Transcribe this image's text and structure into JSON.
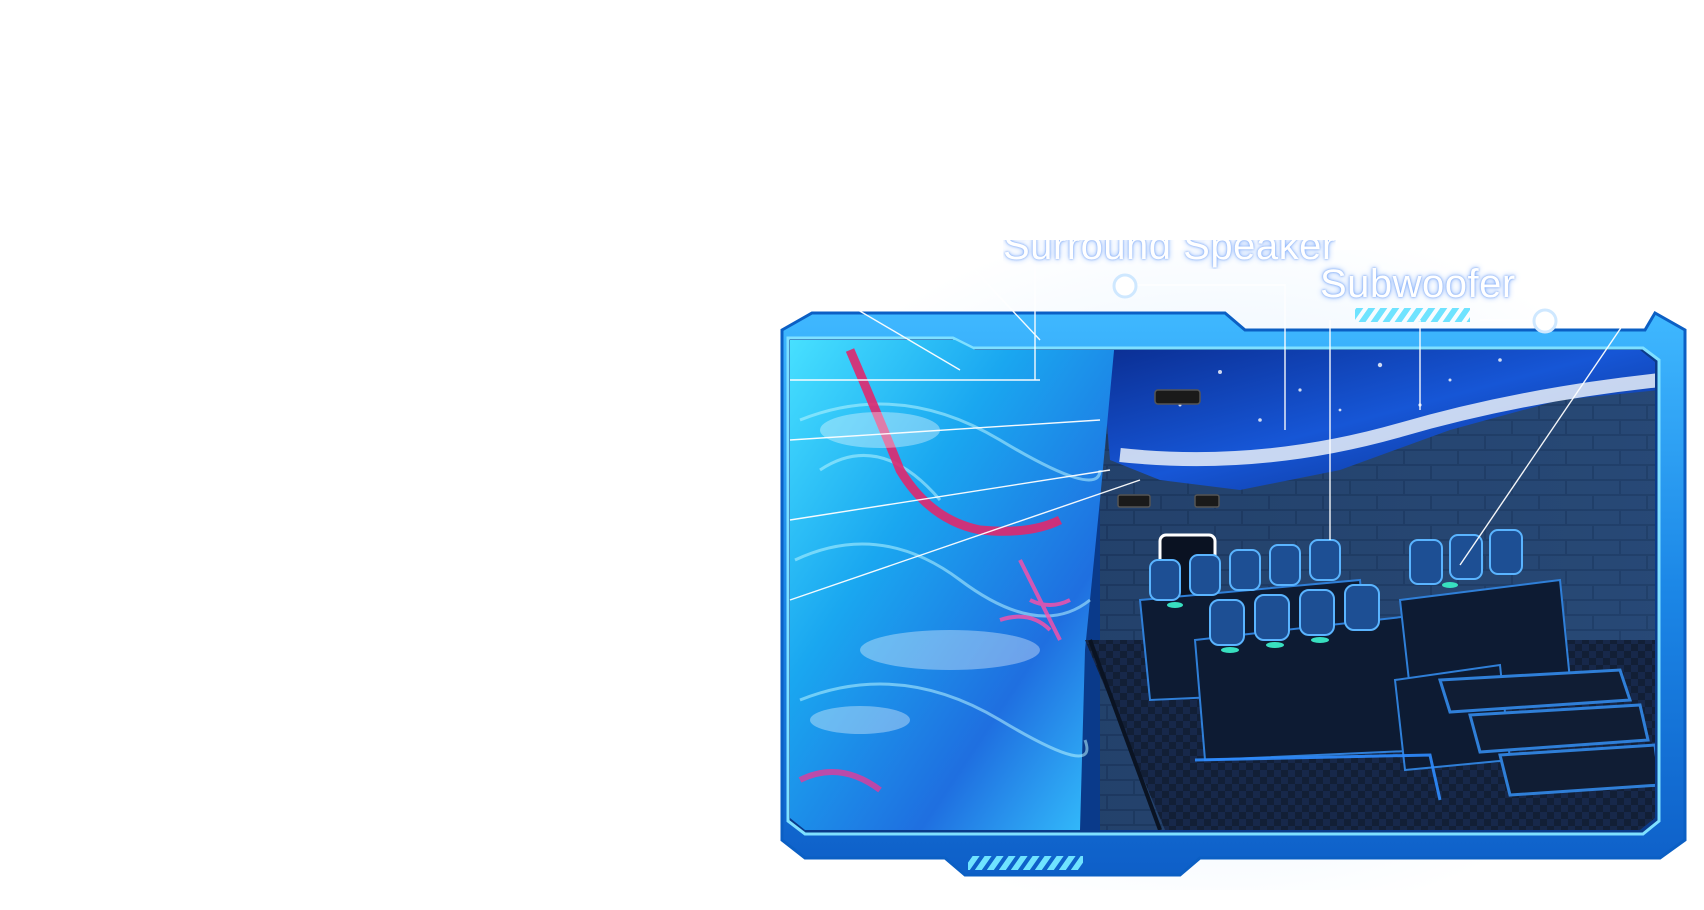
{
  "labels": {
    "top_cropped_label": "Surround Speaker",
    "subwoofer_label": "Subwoofer"
  },
  "colors": {
    "frame_blue": "#1e8ee8",
    "frame_dark": "#0b5fc4",
    "frame_light": "#5fd4ff",
    "stripe_cyan": "#6fe3ff",
    "room_dark": "#0b1a33",
    "screen_cyan": "#23c6ff",
    "screen_magenta": "#e0286e"
  },
  "icons": {
    "callout_dot": "white-circle",
    "frame_stripes": "diagonal-stripe-pattern"
  }
}
